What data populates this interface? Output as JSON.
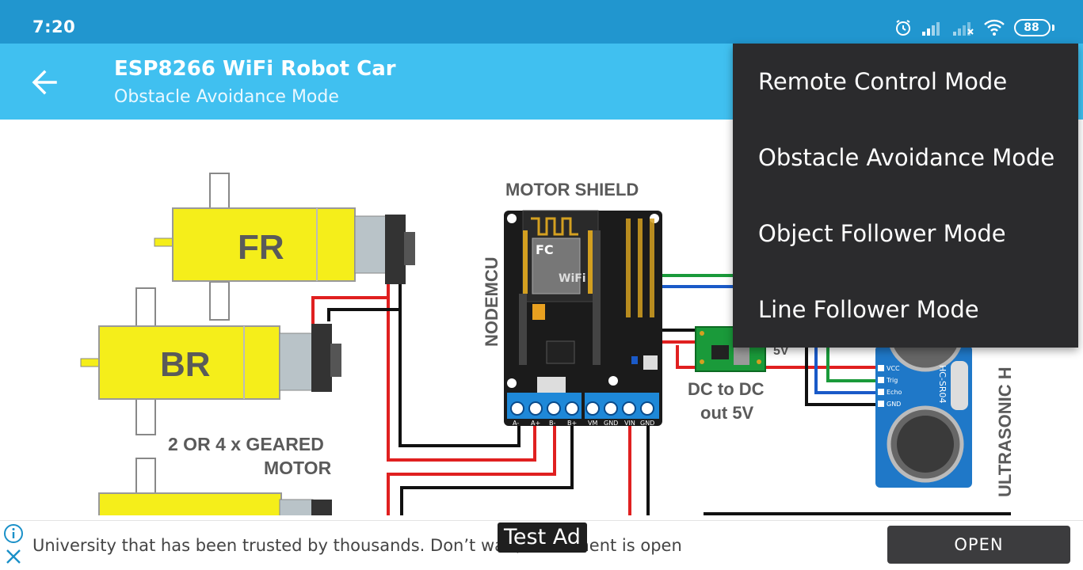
{
  "status_bar": {
    "time": "7:20",
    "battery": "88",
    "icons": [
      "alarm-icon",
      "signal-icon",
      "signal-no-service-icon",
      "wifi-icon",
      "battery-icon"
    ]
  },
  "app_bar": {
    "title": "ESP8266 WiFi Robot Car",
    "subtitle": "Obstacle Avoidance Mode",
    "back_icon": "back-arrow-icon"
  },
  "diagram": {
    "motor_fr": "FR",
    "motor_br": "BR",
    "motor_caption_1": "2 OR 4 x GEARED",
    "motor_caption_2": "MOTOR",
    "motor_shield": "MOTOR SHIELD",
    "nodemcu": "NODEMCU",
    "dc_label_1": "DC to DC",
    "dc_label_2": "out 5V",
    "five_v": "5V",
    "sensor_model": "HC-SR04",
    "ultrasonic": "ULTRASONIC H",
    "pins_sensor": [
      "VCC",
      "Trig",
      "Echo",
      "GND"
    ],
    "pins_terminal": [
      "A-",
      "A+",
      "B-",
      "B+",
      "VM",
      "GND",
      "VIN",
      "GND"
    ]
  },
  "menu": {
    "items": [
      "Remote Control Mode",
      "Obstacle Avoidance Mode",
      "Object Follower Mode",
      "Line Follower Mode"
    ]
  },
  "ad": {
    "text": "University that has been trusted by thousands. Don’t wait, enrollment is open",
    "badge": "Test Ad",
    "button": "OPEN"
  },
  "colors": {
    "status_bar": "#2196cf",
    "app_bar": "#40c0f0",
    "menu_bg": "#2b2b2d",
    "motor_yellow": "#f5ee1a",
    "sensor_blue": "#1f78c8"
  }
}
